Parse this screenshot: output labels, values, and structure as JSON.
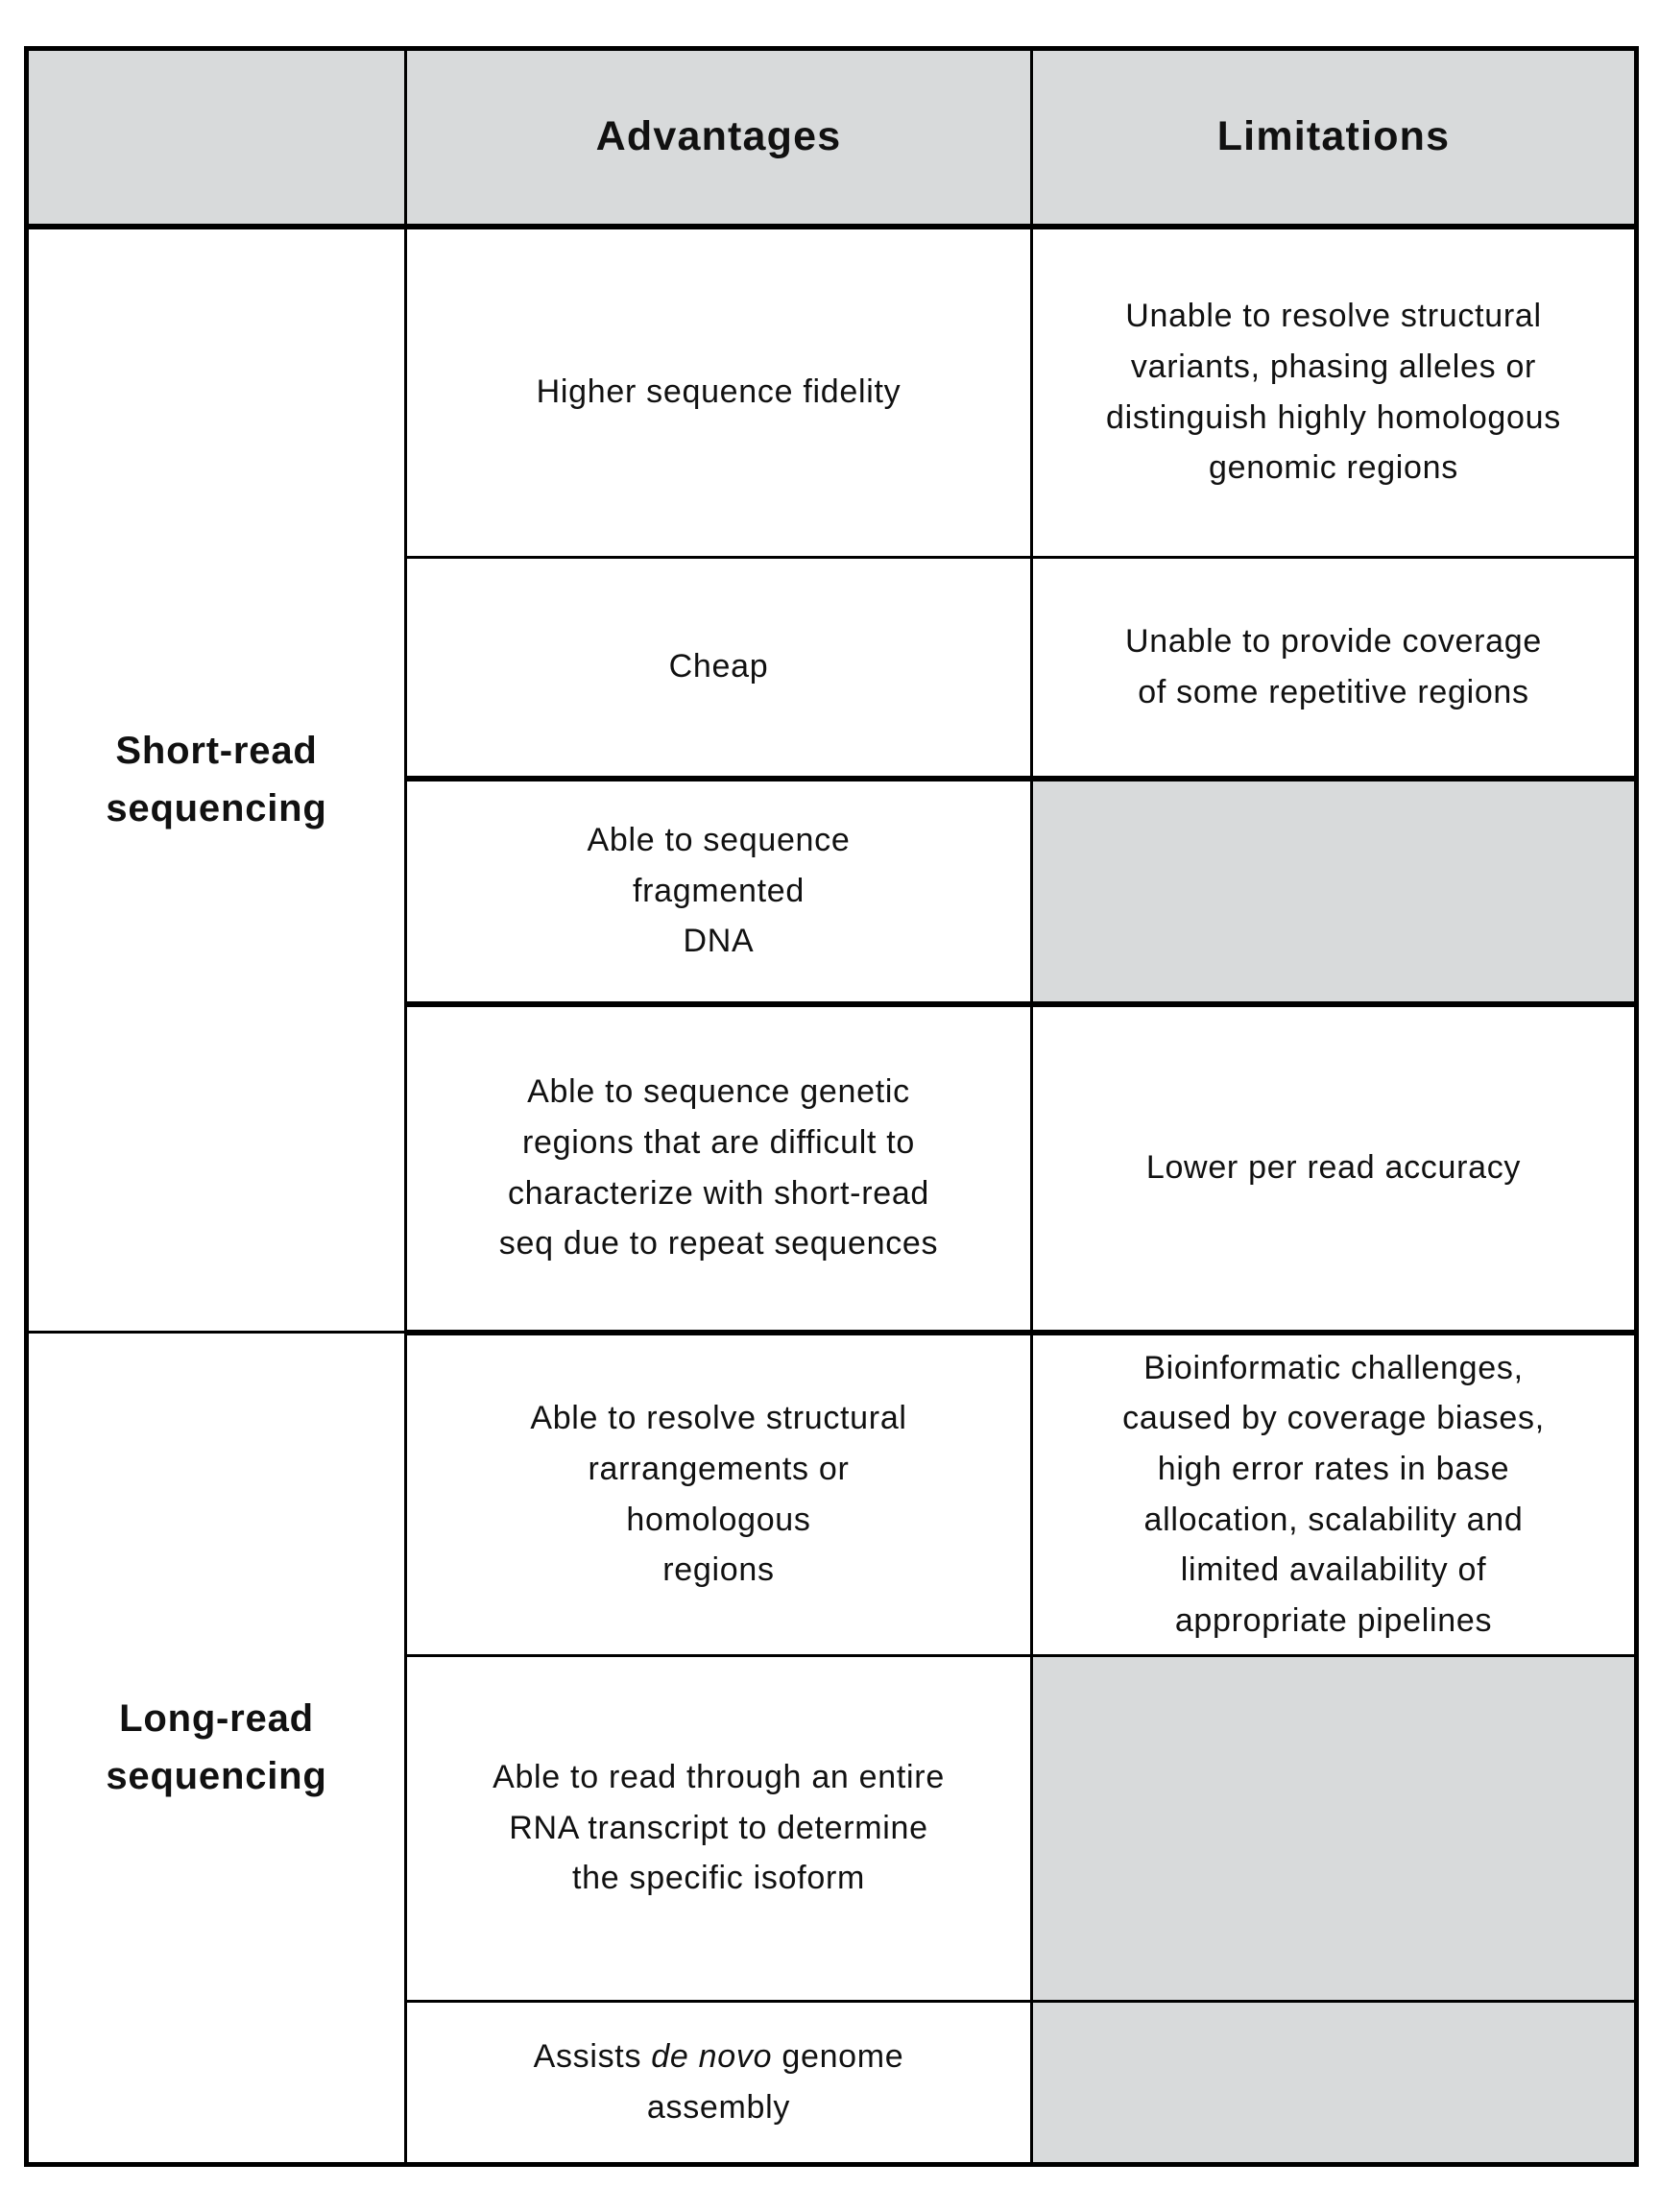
{
  "header": {
    "corner": "",
    "advantages": "Advantages",
    "limitations": "Limitations"
  },
  "groups": [
    {
      "label": "Short-read\nsequencing",
      "rows": [
        {
          "advantage": "Higher sequence fidelity",
          "limitation": "Unable to resolve structural\nvariants, phasing alleles or\ndistinguish highly homologous\ngenomic regions"
        },
        {
          "advantage": "Cheap",
          "limitation": "Unable to provide coverage\nof some repetitive regions"
        },
        {
          "advantage": "Able to sequence\nfragmented\nDNA",
          "limitation": ""
        },
        {
          "advantage": "Able to sequence genetic\nregions that are difficult to\ncharacterize with short-read\nseq due to repeat sequences",
          "limitation": "Lower per read accuracy"
        }
      ]
    },
    {
      "label": "Long-read\nsequencing",
      "rows": [
        {
          "advantage": "Able to resolve structural\nrarrangements or\nhomologous\nregions",
          "limitation": "Bioinformatic challenges,\ncaused by coverage biases,\nhigh error rates in base\nallocation, scalability and\nlimited availability of\nappropriate pipelines"
        },
        {
          "advantage": "Able to read through an entire\nRNA transcript to determine\nthe specific isoform",
          "limitation": ""
        },
        {
          "advantage_parts": {
            "prefix": "Assists ",
            "italic": "de novo",
            "suffix": " genome\nassembly"
          },
          "limitation": ""
        }
      ]
    }
  ],
  "colors": {
    "header_bg": "#d8dadb",
    "empty_cell_bg": "#d8dadb",
    "border": "#000000",
    "text": "#111111",
    "background": "#ffffff"
  },
  "chart_data": {
    "type": "table",
    "title": "",
    "columns": [
      "",
      "Advantages",
      "Limitations"
    ],
    "rows": [
      [
        "Short-read sequencing",
        "Higher sequence fidelity",
        "Unable to resolve structural variants, phasing alleles or distinguish highly homologous genomic regions"
      ],
      [
        "Short-read sequencing",
        "Cheap",
        "Unable to provide coverage of some repetitive regions"
      ],
      [
        "Short-read sequencing",
        "Able to sequence fragmented DNA",
        ""
      ],
      [
        "Short-read sequencing",
        "Able to sequence genetic regions that are difficult to characterize with short-read seq due to repeat sequences",
        "Lower per read accuracy"
      ],
      [
        "Long-read sequencing",
        "Able to resolve structural rarrangements or homologous regions",
        "Bioinformatic challenges, caused by coverage biases, high error rates in base allocation, scalability and limited availability of appropriate pipelines"
      ],
      [
        "Long-read sequencing",
        "Able to read through an entire RNA transcript to determine the specific isoform",
        ""
      ],
      [
        "Long-read sequencing",
        "Assists de novo genome assembly",
        ""
      ]
    ],
    "layout_hints": {
      "shaded_empty_limitation_rows": [
        2,
        5,
        6
      ],
      "header_shaded": true,
      "grid": true
    }
  }
}
